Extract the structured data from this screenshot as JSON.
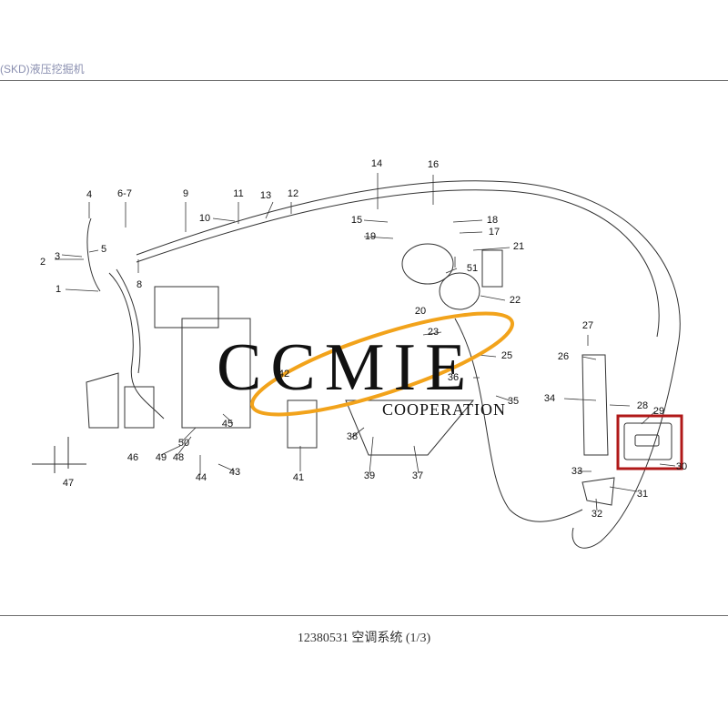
{
  "header": {
    "title": "(SKD)液压挖掘机"
  },
  "footer": {
    "caption": "12380531  空调系统  (1/3)"
  },
  "watermark": {
    "main": "CCMIE",
    "sub": "COOPERATION",
    "ring_color": "#f2a31b"
  },
  "highlight": {
    "color": "#b01818"
  },
  "callouts": [
    {
      "id": "c1",
      "label": "1"
    },
    {
      "id": "c2",
      "label": "2"
    },
    {
      "id": "c3",
      "label": "3"
    },
    {
      "id": "c4",
      "label": "4"
    },
    {
      "id": "c5",
      "label": "5"
    },
    {
      "id": "c6-7",
      "label": "6-7"
    },
    {
      "id": "c8",
      "label": "8"
    },
    {
      "id": "c9",
      "label": "9"
    },
    {
      "id": "c10",
      "label": "10"
    },
    {
      "id": "c11",
      "label": "11"
    },
    {
      "id": "c12",
      "label": "12"
    },
    {
      "id": "c13",
      "label": "13"
    },
    {
      "id": "c14",
      "label": "14"
    },
    {
      "id": "c15",
      "label": "15"
    },
    {
      "id": "c16",
      "label": "16"
    },
    {
      "id": "c17",
      "label": "17"
    },
    {
      "id": "c18",
      "label": "18"
    },
    {
      "id": "c19",
      "label": "19"
    },
    {
      "id": "c20",
      "label": "20"
    },
    {
      "id": "c21",
      "label": "21"
    },
    {
      "id": "c22",
      "label": "22"
    },
    {
      "id": "c23",
      "label": "23"
    },
    {
      "id": "c25",
      "label": "25"
    },
    {
      "id": "c26",
      "label": "26"
    },
    {
      "id": "c27",
      "label": "27"
    },
    {
      "id": "c28",
      "label": "28"
    },
    {
      "id": "c29",
      "label": "29"
    },
    {
      "id": "c30",
      "label": "30"
    },
    {
      "id": "c31",
      "label": "31"
    },
    {
      "id": "c32",
      "label": "32"
    },
    {
      "id": "c33",
      "label": "33"
    },
    {
      "id": "c34",
      "label": "34"
    },
    {
      "id": "c35",
      "label": "35"
    },
    {
      "id": "c36",
      "label": "36"
    },
    {
      "id": "c37",
      "label": "37"
    },
    {
      "id": "c38",
      "label": "38"
    },
    {
      "id": "c39",
      "label": "39"
    },
    {
      "id": "c4b",
      "label": "4"
    },
    {
      "id": "c41",
      "label": "41"
    },
    {
      "id": "c42",
      "label": "42"
    },
    {
      "id": "c43",
      "label": "43"
    },
    {
      "id": "c44",
      "label": "44"
    },
    {
      "id": "c45",
      "label": "45"
    },
    {
      "id": "c46",
      "label": "46"
    },
    {
      "id": "c47",
      "label": "47"
    },
    {
      "id": "c48",
      "label": "48"
    },
    {
      "id": "c49",
      "label": "49"
    },
    {
      "id": "c50",
      "label": "50"
    },
    {
      "id": "c51",
      "label": "51"
    }
  ]
}
